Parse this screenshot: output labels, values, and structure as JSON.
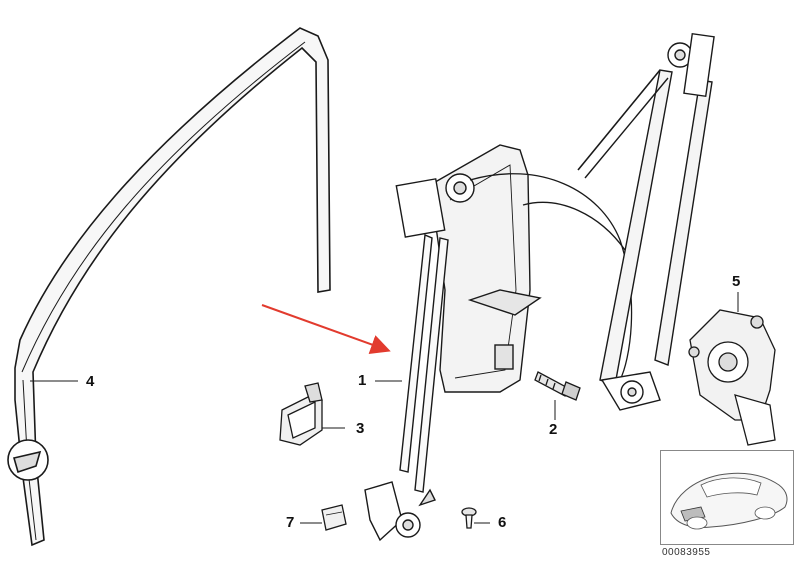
{
  "diagram": {
    "callouts": [
      {
        "id": "1",
        "label": "1"
      },
      {
        "id": "2",
        "label": "2"
      },
      {
        "id": "3",
        "label": "3"
      },
      {
        "id": "4",
        "label": "4"
      },
      {
        "id": "5",
        "label": "5"
      },
      {
        "id": "6",
        "label": "6"
      },
      {
        "id": "7",
        "label": "7"
      }
    ],
    "reference_number": "00083955",
    "colors": {
      "line": "#1a1a1a",
      "arrow": "#e23b2e",
      "part_fill": "#f2f2f2",
      "shade": "#d7d7d7"
    }
  }
}
